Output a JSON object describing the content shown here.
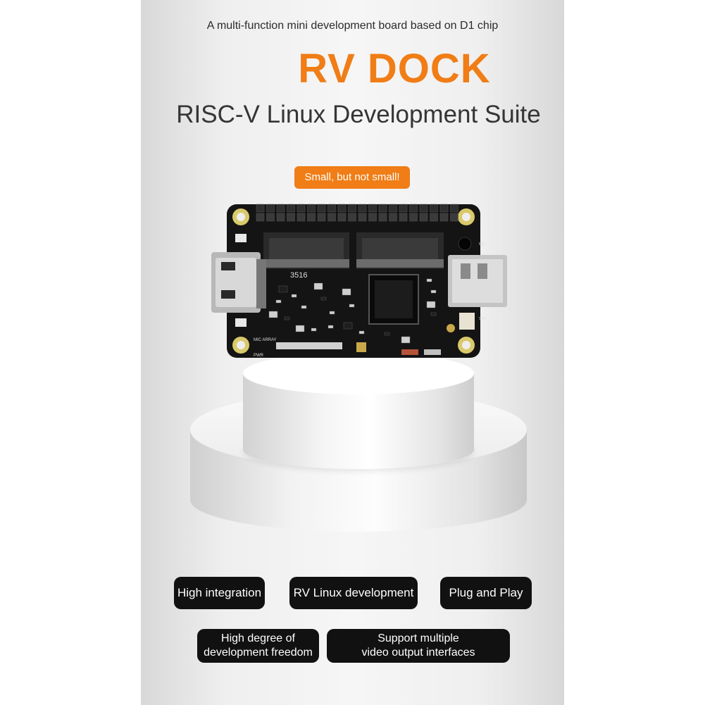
{
  "header": {
    "subtitle": "A multi-function mini development board based on D1 chip",
    "title": "RV DOCK",
    "heading": "RISC-V Linux Development Suite",
    "tag": "Small, but not small!"
  },
  "board": {
    "silkscreen": {
      "chip_label": "3516",
      "mic_array": "MIC ARRAY",
      "pwr": "PWR",
      "mic": "MIC",
      "spk": "SPK"
    }
  },
  "features": [
    {
      "lines": [
        "High integration"
      ]
    },
    {
      "lines": [
        "RV Linux development"
      ]
    },
    {
      "lines": [
        "Plug and Play"
      ]
    },
    {
      "lines": [
        "High degree of",
        "development freedom"
      ]
    },
    {
      "lines": [
        "Support multiple",
        "video output interfaces"
      ]
    }
  ],
  "colors": {
    "accent": "#f07d16",
    "pill_bg": "#111111",
    "board": "#141414"
  }
}
